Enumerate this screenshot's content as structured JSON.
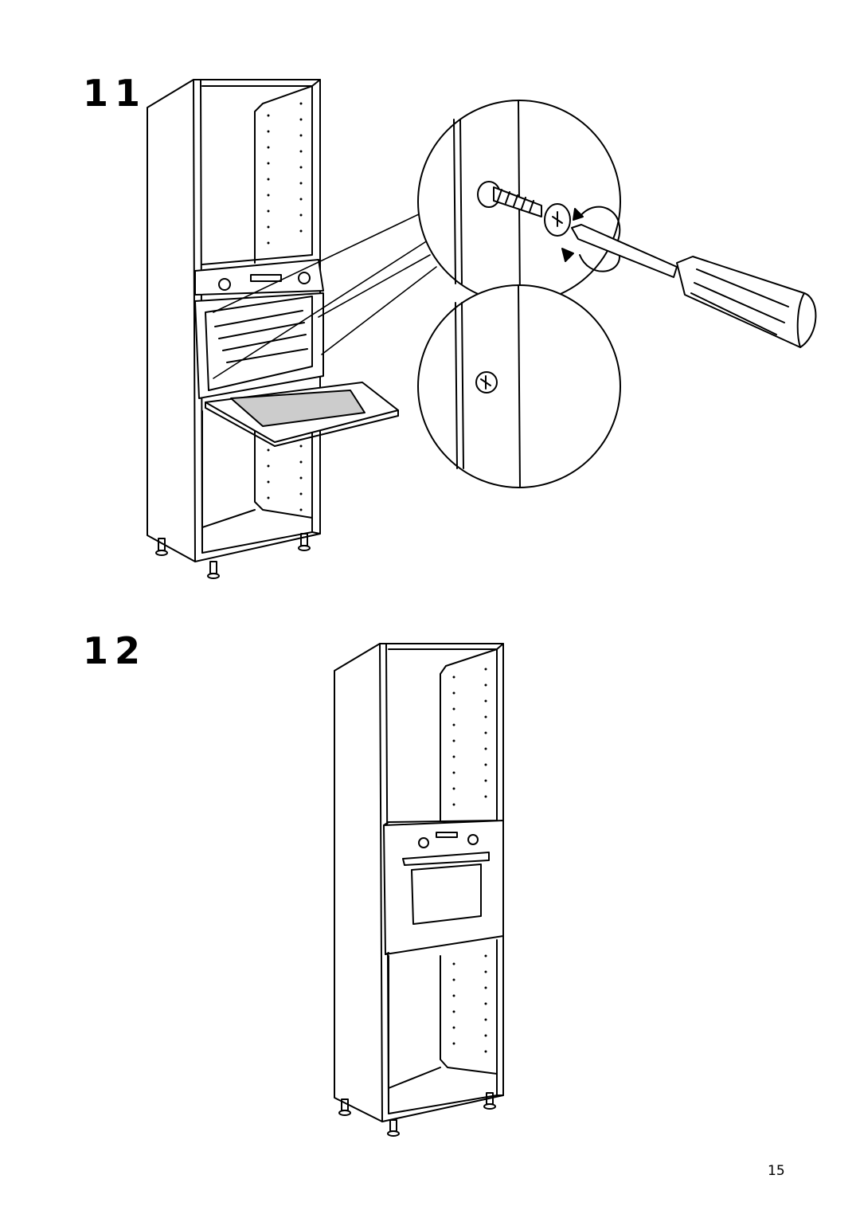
{
  "steps": [
    {
      "number": "11"
    },
    {
      "number": "12"
    }
  ],
  "page": {
    "number": "15"
  },
  "icons": {
    "rotation_arrow": "clockwise-arrow-icon",
    "screwdriver": "screwdriver-icon",
    "screw": "screw-icon",
    "screw_head": "screw-head-icon"
  }
}
